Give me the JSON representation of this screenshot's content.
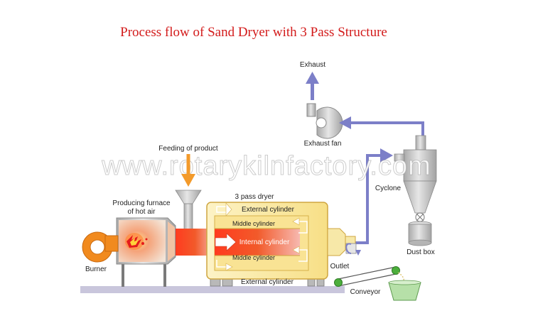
{
  "title": "Process flow of Sand Dryer with 3 Pass Structure",
  "watermark": "www.rotarykilnfactory.com",
  "labels": {
    "exhaust": "Exhaust",
    "exhaust_fan": "Exhaust fan",
    "cyclone": "Cyclone",
    "dust_box": "Dust box",
    "feeding": "Feeding of product",
    "furnace_line1": "Producing furnace",
    "furnace_line2": "of hot air",
    "dryer": "3 pass dryer",
    "external_top": "External cylinder",
    "middle_top": "Middle cylinder",
    "internal": "Internal cylinder",
    "middle_bottom": "Middle cylinder",
    "external_bottom": "External cylinder",
    "burner": "Burner",
    "outlet": "Outlet",
    "conveyor": "Conveyor"
  },
  "colors": {
    "title": "#d31b1b",
    "flow_arrow": "#7c7fc8",
    "dryer_yellow": "#fbe9a6",
    "dryer_outline": "#cfa640",
    "steel": "#c6c6c6",
    "floor": "#c9c6dc",
    "burner_orange": "#f18a1e",
    "feed_arrow": "#f39a2a",
    "flame_red": "#e51b1b",
    "conveyor_green": "#4cae3c",
    "bin_green": "#b6e0a8"
  }
}
